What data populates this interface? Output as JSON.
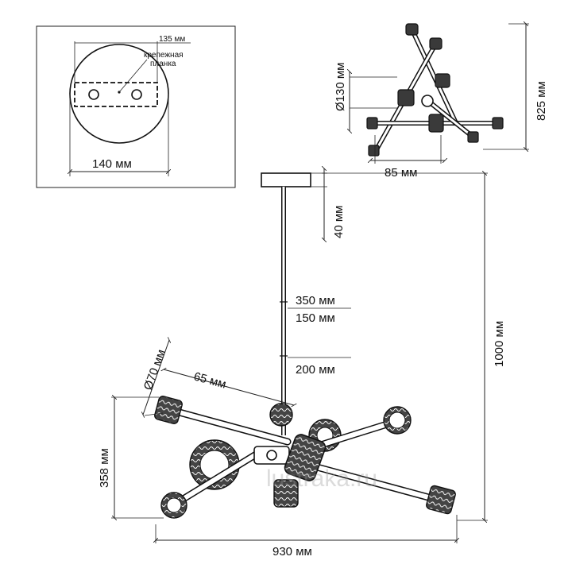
{
  "inset": {
    "width_label": "135 мм",
    "plate_label_line1": "крепежная",
    "plate_label_line2": "планка",
    "diameter_label": "140 мм"
  },
  "top_view": {
    "diameter_label": "Ø130 мм",
    "width_label": "85 мм",
    "depth_label": "825 мм"
  },
  "side_view": {
    "canopy_height": "40 мм",
    "rod_length_1": "350 мм",
    "rod_length_2": "150 мм",
    "rod_length_3": "200 мм",
    "total_height": "1000 мм",
    "shade_diameter": "Ø70 мм",
    "shade_length": "65 мм",
    "body_height": "358 мм",
    "total_width": "930 мм"
  },
  "watermark": "lustraka.ru",
  "colors": {
    "line": "#111111",
    "shade": "#3a3a3a",
    "background": "#ffffff"
  }
}
